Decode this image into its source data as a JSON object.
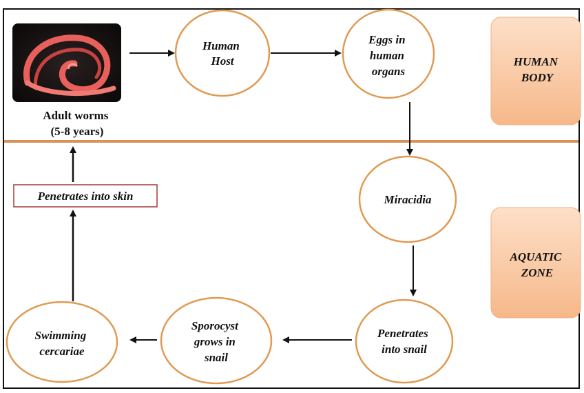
{
  "diagram": {
    "nodes": {
      "human_host": [
        "Human",
        "Host"
      ],
      "eggs": [
        "Eggs in",
        "human",
        "organs"
      ],
      "miracidia": [
        "Miracidia"
      ],
      "penetrates_snail": [
        "Penetrates",
        "into snail"
      ],
      "sporocyst": [
        "Sporocyst",
        "grows in",
        "snail"
      ],
      "swimming": [
        "Swimming",
        "cercariae"
      ]
    },
    "skin_box": "Penetrates into skin",
    "worm_caption": [
      "Adult worms",
      "(5-8 years)"
    ],
    "zones": {
      "human_body": [
        "HUMAN",
        "BODY"
      ],
      "aquatic_zone": [
        "AQUATIC",
        "ZONE"
      ]
    },
    "colors": {
      "ellipse_stroke": "#e09a52",
      "divider": "#d8935a",
      "skin_box_border": "#a53a3a",
      "zone_fill": "#f8c9a4",
      "worm": "#e8605c",
      "arrow": "#111111"
    }
  }
}
